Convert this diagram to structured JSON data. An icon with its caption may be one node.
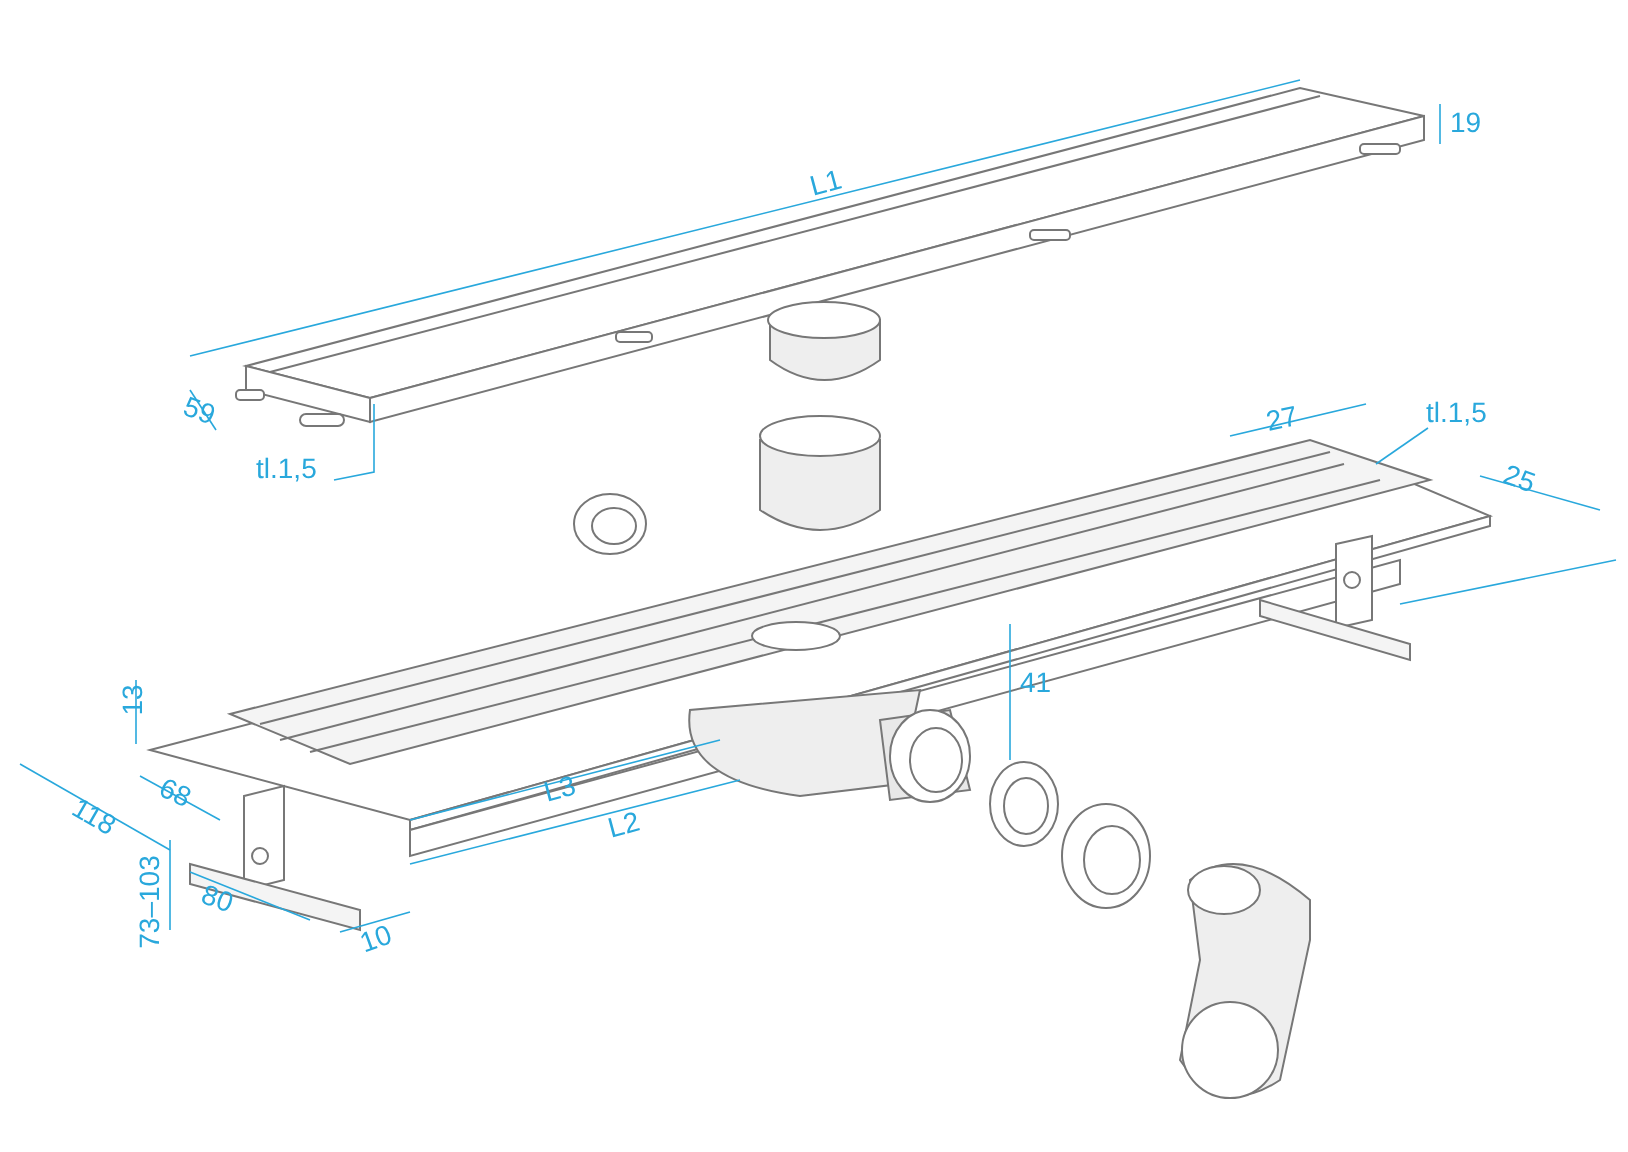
{
  "diagram": {
    "nodes": [
      {
        "text": [
          "tl.1,5"
        ]
      },
      {
        "text": [
          "tl.1,5"
        ]
      }
    ],
    "edges": [
      {
        "from": 0,
        "to": null,
        "arrow": "none"
      },
      {
        "from": 1,
        "to": null,
        "arrow": "none"
      }
    ],
    "labels": [
      "L1",
      "19",
      "59",
      "27",
      "25",
      "13",
      "41",
      "118",
      "68",
      "L3",
      "L2",
      "73–103",
      "80",
      "10"
    ]
  }
}
